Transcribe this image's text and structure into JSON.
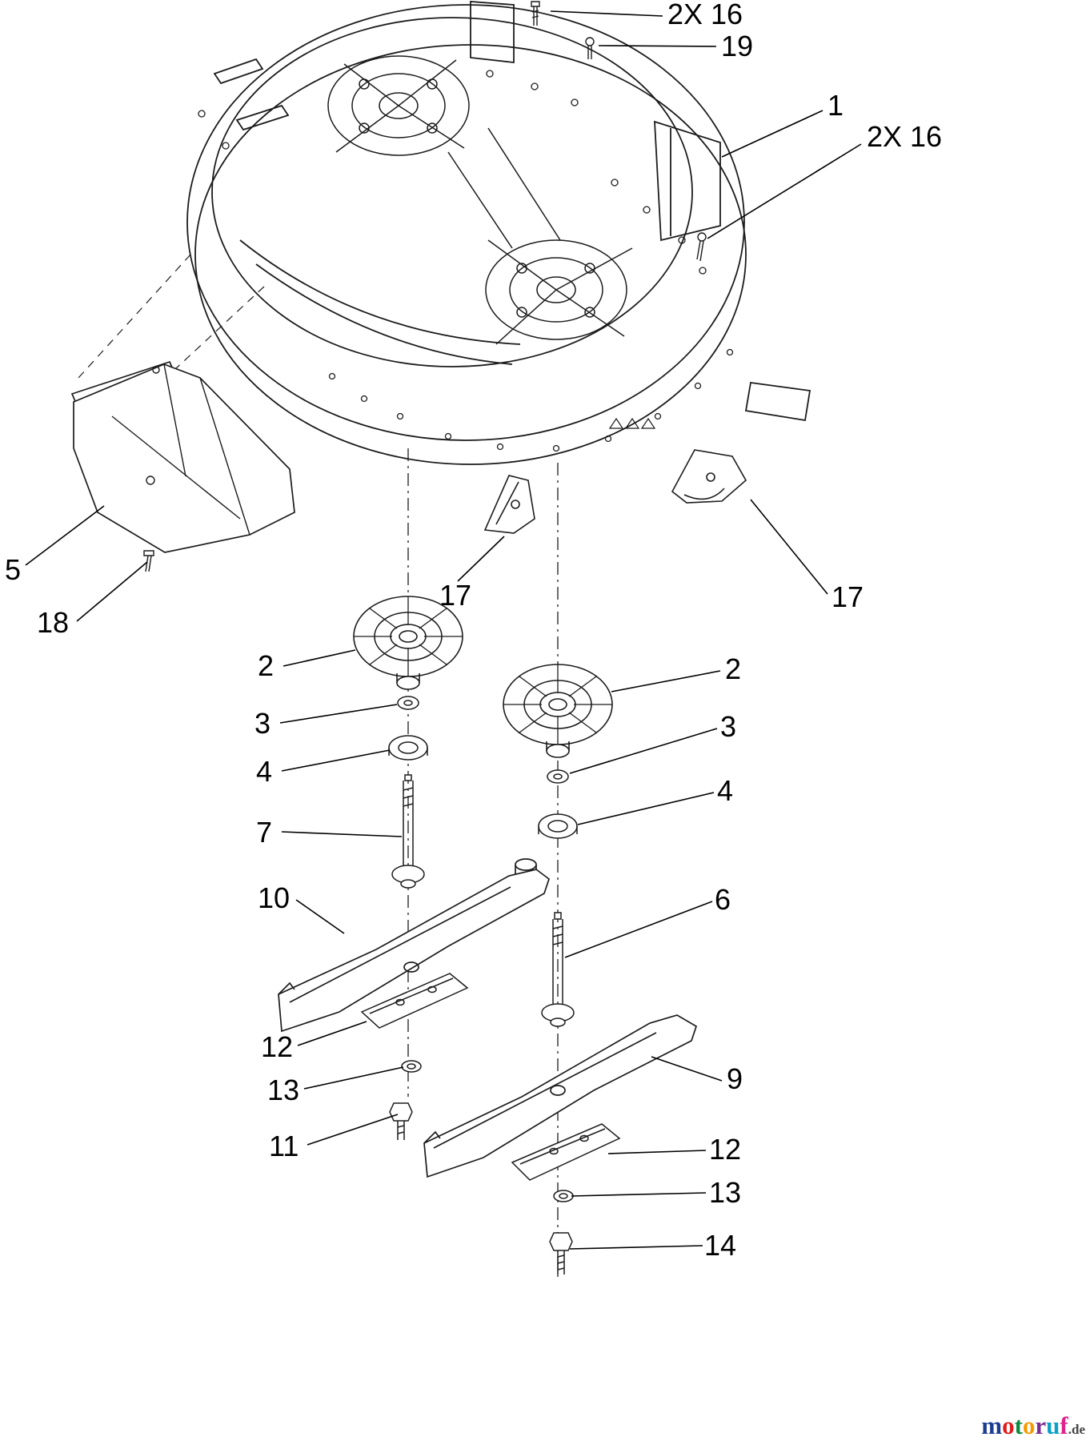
{
  "callouts": [
    {
      "text": "2X 16"
    },
    {
      "text": "19"
    },
    {
      "text": "1"
    },
    {
      "text": "2X 16"
    },
    {
      "text": "5"
    },
    {
      "text": "18"
    },
    {
      "text": "17"
    },
    {
      "text": "17"
    },
    {
      "text": "2"
    },
    {
      "text": "3"
    },
    {
      "text": "4"
    },
    {
      "text": "7"
    },
    {
      "text": "2"
    },
    {
      "text": "3"
    },
    {
      "text": "4"
    },
    {
      "text": "6"
    },
    {
      "text": "10"
    },
    {
      "text": "12"
    },
    {
      "text": "13"
    },
    {
      "text": "11"
    },
    {
      "text": "9"
    },
    {
      "text": "12"
    },
    {
      "text": "13"
    },
    {
      "text": "14"
    }
  ],
  "watermark": {
    "brand": "motoruf",
    "suffix": ".de",
    "suffix_color": "#444444",
    "letters": [
      {
        "ch": "m",
        "color": "#1b3d91"
      },
      {
        "ch": "o",
        "color": "#e01b1b"
      },
      {
        "ch": "t",
        "color": "#0e8a3e"
      },
      {
        "ch": "o",
        "color": "#f59b00"
      },
      {
        "ch": "r",
        "color": "#7b2d90"
      },
      {
        "ch": "u",
        "color": "#0ea0c8"
      },
      {
        "ch": "f",
        "color": "#e0218a"
      }
    ]
  },
  "drawing": {
    "stroke_color": "#1c1c1c",
    "background": "#ffffff"
  }
}
